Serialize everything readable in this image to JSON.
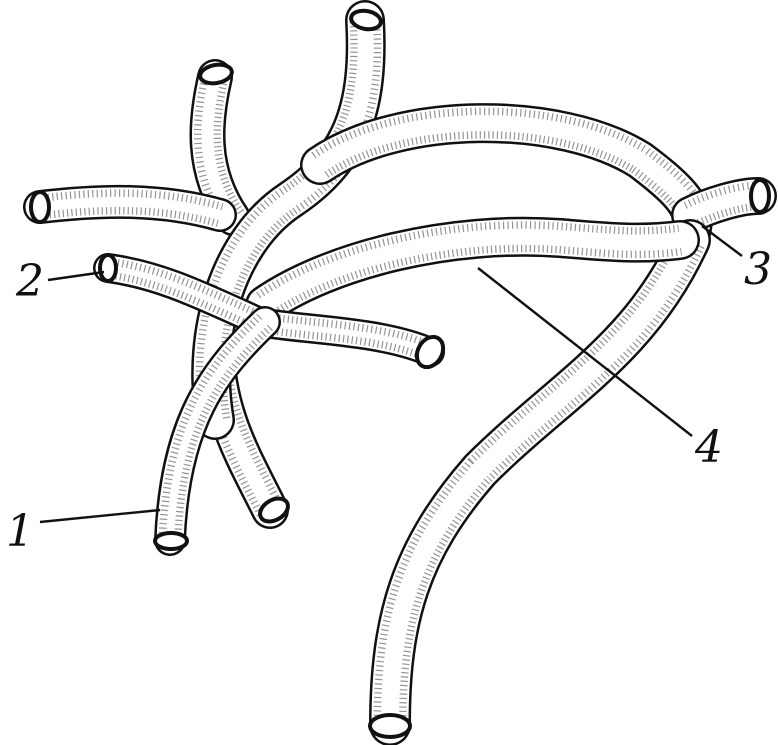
{
  "figure": {
    "colors": {
      "ink": "#111111",
      "paper": "#ffffff"
    },
    "labels": [
      {
        "id": "label-1",
        "text": "1"
      },
      {
        "id": "label-2",
        "text": "2"
      },
      {
        "id": "label-3",
        "text": "3"
      },
      {
        "id": "label-4",
        "text": "4"
      }
    ]
  }
}
